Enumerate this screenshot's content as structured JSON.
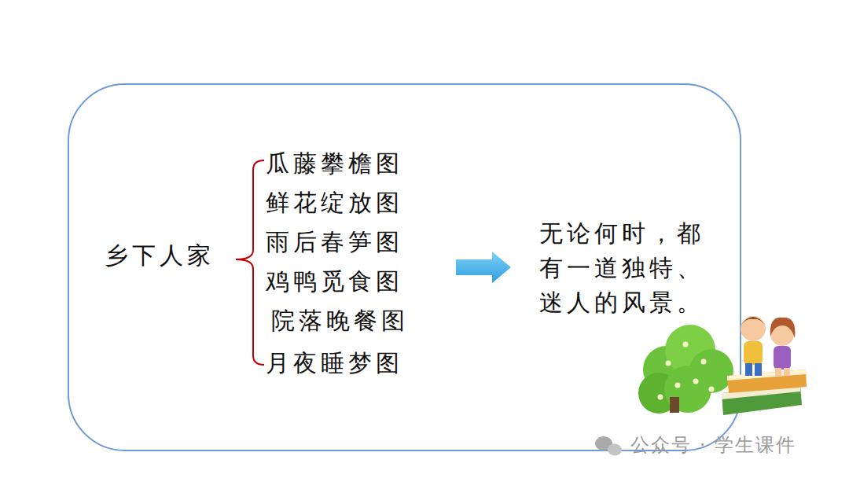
{
  "diagram": {
    "labels": [
      "乡下人家",
      "瓜藤攀檐图",
      "鲜花绽放图",
      "雨后春笋图",
      "鸡鸭觅食图",
      "院落晚餐图",
      "月夜睡梦图",
      "无论何时，都 有一道独特、 迷人的风景。",
      "公众号 · 学生课件"
    ]
  }
}
